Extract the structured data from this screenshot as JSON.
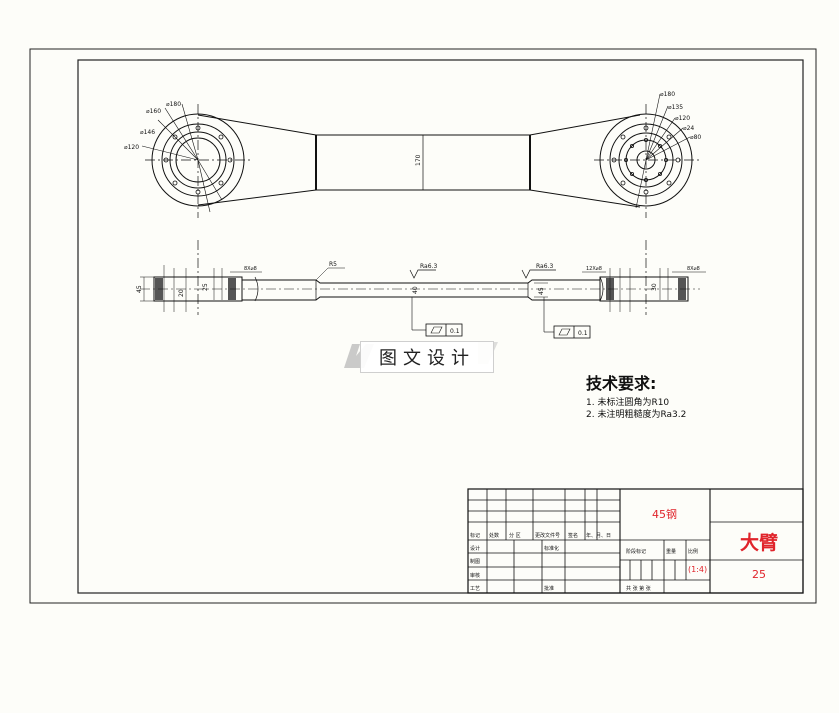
{
  "drawing": {
    "top_view": {
      "left_dims": [
        "⌀180",
        "⌀160",
        "⌀146",
        "⌀120"
      ],
      "right_dims": [
        "⌀180",
        "⌀135",
        "⌀120",
        "⌀24",
        "⌀80"
      ],
      "center_dim": "170"
    },
    "side_view": {
      "dims": [
        "R5",
        "Ra6.3",
        "Ra6.3",
        "8X⌀8",
        "8X⌀8",
        "12X⌀8",
        "45",
        "45",
        "40",
        "20",
        "25",
        "30"
      ],
      "flatness": [
        "0.1",
        "0.1"
      ]
    }
  },
  "watermark": {
    "text": "图文设计"
  },
  "tech_requirements": {
    "heading": "技术要求:",
    "lines": [
      "1. 未标注圆角为R10",
      "2. 未注明粗糙度为Ra3.2"
    ]
  },
  "title_block": {
    "material": "45钢",
    "part_name": "大臂",
    "drawing_no": "25",
    "scale": "(1:4)",
    "headers": [
      "标记",
      "处数",
      "分 区",
      "更改文件号",
      "签名",
      "年、月、日"
    ],
    "rows": [
      "设计",
      "制图",
      "审核",
      "工艺"
    ],
    "std": "标准化",
    "approve": "批准",
    "stage_label": "阶段标记",
    "weight_label": "重量",
    "scale_label": "比例",
    "sheets": "共   张 第   张"
  },
  "colors": {
    "red": "#e0242b",
    "line": "#111111"
  }
}
